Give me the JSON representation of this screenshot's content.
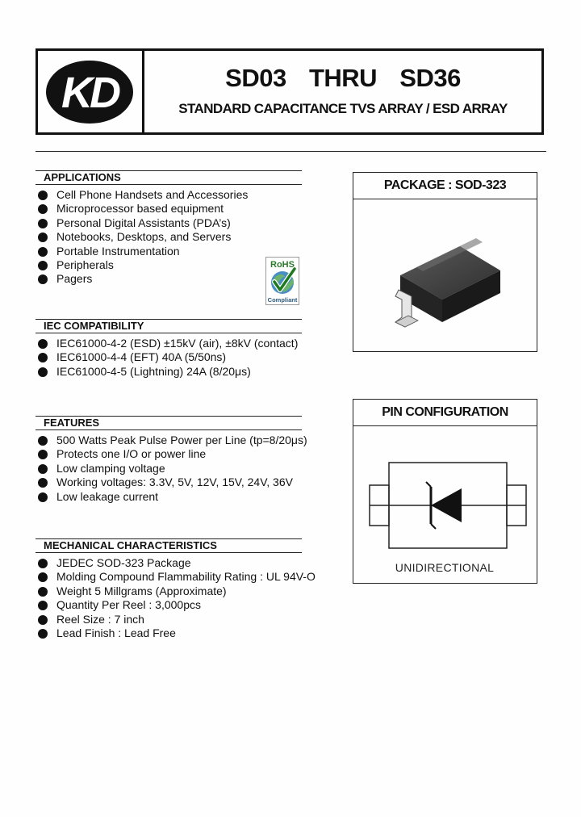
{
  "header": {
    "logo_text": "KD",
    "title": "SD03  THRU  SD36",
    "subtitle": "STANDARD CAPACITANCE TVS ARRAY / ESD ARRAY"
  },
  "applications": {
    "heading": "APPLICATIONS",
    "items": [
      "Cell Phone Handsets and Accessories",
      "Microprocessor based equipment",
      "Personal Digital Assistants (PDA’s)",
      "Notebooks, Desktops, and Servers",
      "Portable Instrumentation",
      "Peripherals",
      "Pagers"
    ]
  },
  "rohs_badge": {
    "top": "RoHS",
    "bottom": "Compliant"
  },
  "iec": {
    "heading": "IEC COMPATIBILITY",
    "items": [
      "IEC61000-4-2 (ESD) ±15kV (air), ±8kV (contact)",
      "IEC61000-4-4 (EFT) 40A (5/50ns)",
      "IEC61000-4-5 (Lightning) 24A (8/20μs)"
    ]
  },
  "features": {
    "heading": "FEATURES",
    "items": [
      "500 Watts Peak Pulse Power per Line (tp=8/20μs)",
      "Protects one I/O or power line",
      "Low clamping voltage",
      "Working voltages: 3.3V, 5V, 12V, 15V, 24V, 36V",
      "Low leakage current"
    ]
  },
  "mechanical": {
    "heading": "MECHANICAL CHARACTERISTICS",
    "items": [
      "JEDEC SOD-323 Package",
      "Molding Compound Flammability Rating : UL 94V-O",
      "Weight 5 Millgrams (Approximate)",
      "Quantity Per Reel : 3,000pcs",
      "Reel Size : 7 inch",
      "Lead Finish : Lead Free"
    ]
  },
  "package_box": {
    "title": "PACKAGE : SOD-323"
  },
  "pin_box": {
    "title": "PIN CONFIGURATION",
    "label": "UNIDIRECTIONAL"
  }
}
